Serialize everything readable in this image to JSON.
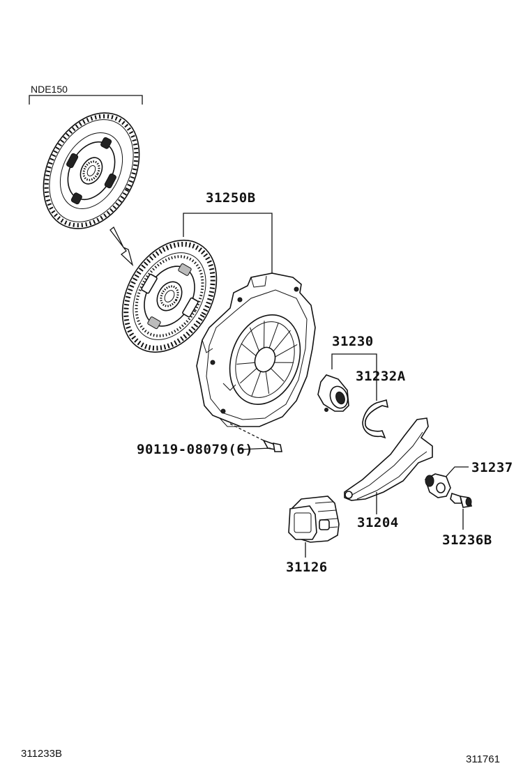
{
  "variant_label": "NDE150",
  "labels": {
    "clutch_cover_assy": "31250B",
    "release_bearing_hub": "31230",
    "release_bearing_clip": "31232A",
    "cover_bolt": "90119-08079(6)",
    "boot_clip": "31237",
    "release_fork": "31204",
    "fork_support": "31236B",
    "fork_boot": "31126"
  },
  "footer": {
    "left_code": "311233B",
    "right_code": "311761"
  }
}
